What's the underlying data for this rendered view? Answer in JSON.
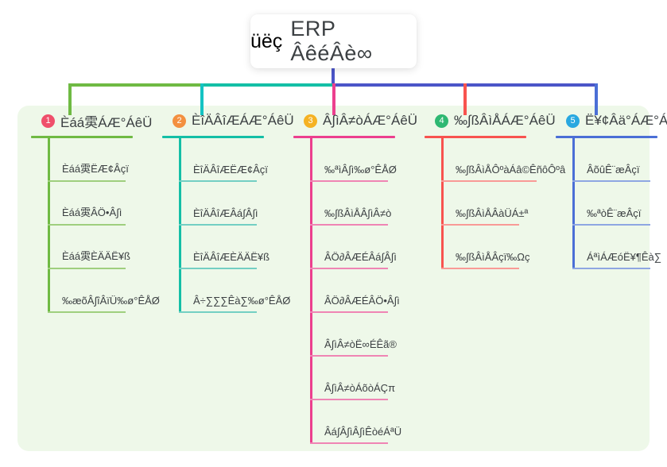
{
  "title": {
    "emoji": "üëç",
    "emoji_name": "thumbs-up-icon",
    "text": "ERP ÂêéÂè∞"
  },
  "theme": {
    "page_background": "#ffffff",
    "panel_background": "#eef8e9",
    "text_color": "#3c4043",
    "root_connector": "#4b55c8"
  },
  "connectors": {
    "segments": [
      {
        "name": "green",
        "color": "#6fba43"
      },
      {
        "name": "teal",
        "color": "#14bfa6"
      },
      {
        "name": "blue",
        "color": "#4b55c8"
      }
    ],
    "drops": [
      "#6fba43",
      "#14c3c3",
      "#ec3f8e",
      "#f8534f",
      "#4b6fd6"
    ]
  },
  "columns": [
    {
      "number": "1",
      "title": "Èáá雵ÁÆ°ÁêÜ",
      "badge_color": "#ef4f6b",
      "line_color": "#6fba43",
      "item_line_color": "#9fcf7e",
      "items": [
        {
          "label": "Èáá雵ËÆ¢Âçï"
        },
        {
          "label": "Èáá雵ÂÖ•Â∫ì"
        },
        {
          "label": "Èáá雵ÈÄÄË¥ß"
        },
        {
          "label": "‰æõÂ∫îÂïÜ‰ø°ÊÅØ"
        }
      ]
    },
    {
      "number": "2",
      "title": "ÈîÄÂîÆÁÆ°ÁêÜ",
      "badge_color": "#f39040",
      "line_color": "#14bfa6",
      "item_line_color": "#73cfc3",
      "items": [
        {
          "label": "ÈîÄÂîÆËÆ¢Âçï"
        },
        {
          "label": "ÈîÄÂîÆÂá∫Â∫ì"
        },
        {
          "label": "ÈîÄÂîÆÈÄÄË¥ß"
        },
        {
          "label": "Â÷∑∑∑Êà∑‰ø°ÊÅØ"
        }
      ]
    },
    {
      "number": "3",
      "title": "Â∫ìÂ≠òÁÆ°ÁêÜ",
      "badge_color": "#f5b223",
      "line_color": "#ec3f8e",
      "item_line_color": "#ef85b4",
      "items": [
        {
          "label": "‰ªìÂ∫ì‰ø°ÊÅØ"
        },
        {
          "label": "‰∫ßÂìÅÂ∫ìÂ≠ò"
        },
        {
          "label": "ÂÖ∂ÂÆÉÂá∫Â∫ì"
        },
        {
          "label": "ÂÖ∂ÂÆÉÂÖ•Â∫ì"
        },
        {
          "label": "Â∫ìÂ≠òË∞ÉÊã®"
        },
        {
          "label": "Â∫ìÂ≠òÁõòÁÇπ"
        },
        {
          "label": "Âá∫Â∫ìÂ∫ìÊòéÁªÜ"
        }
      ]
    },
    {
      "number": "4",
      "title": "‰∫ßÂìÅÁÆ°ÁêÜ",
      "badge_color": "#2eb872",
      "line_color": "#f8534f",
      "item_line_color": "#f99a96",
      "items": [
        {
          "label": "‰∫ßÂìÅÔºàÁâ©ÊñôÔºâ",
          "wide": true
        },
        {
          "label": "‰∫ßÂìÅÂàÜÁ±ª"
        },
        {
          "label": "‰∫ßÂìÅÂçï‰Ωç"
        }
      ]
    },
    {
      "number": "5",
      "title": "Ë¥¢Âä°ÁÆ°ÁêÜ",
      "badge_color": "#29a8e0",
      "line_color": "#4b6fd6",
      "item_line_color": "#8ea6e2",
      "items": [
        {
          "label": "ÂõûÊ¨æÂçï"
        },
        {
          "label": "‰ªòÊ¨æÂçï"
        },
        {
          "label": "ÁªìÁÆóË¥¶Êà∑"
        }
      ]
    }
  ]
}
